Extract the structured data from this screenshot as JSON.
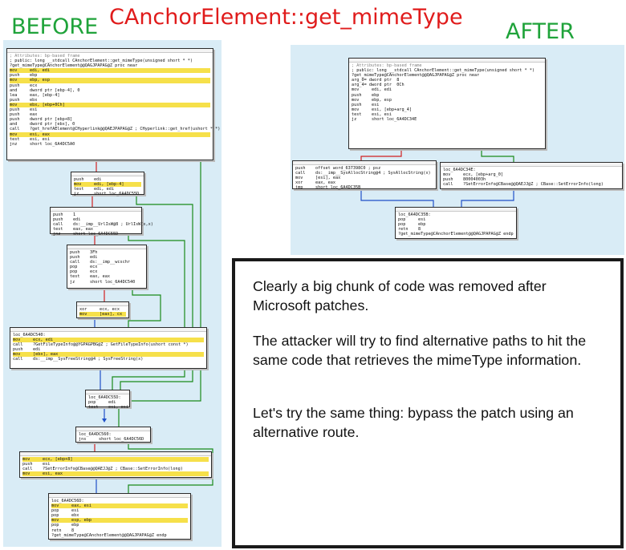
{
  "headers": {
    "before": "BEFORE",
    "title": "CAnchorElement::get_mimeType",
    "after": "AFTER"
  },
  "before_graph": {
    "blocks": [
      {
        "id": "b1",
        "lines": [
          {
            "t": "; Attributes: bp-based frame",
            "k": "cm"
          },
          {
            "t": "",
            "k": ""
          },
          {
            "t": "; public: long __stdcall CAnchorElement::get_mimeType(unsigned short * *)",
            "k": ""
          },
          {
            "t": "?get_mimeType@CAnchorElement@@QAGJPAPAG@Z proc near",
            "k": ""
          },
          {
            "t": "mov     edi, edi",
            "k": "hl"
          },
          {
            "t": "push    ebp",
            "k": ""
          },
          {
            "t": "mov     ebp, esp",
            "k": "hl"
          },
          {
            "t": "push    ecx",
            "k": ""
          },
          {
            "t": "and     dword ptr [ebp-4], 0",
            "k": ""
          },
          {
            "t": "lea     eax, [ebp-4]",
            "k": ""
          },
          {
            "t": "push    ebx",
            "k": ""
          },
          {
            "t": "mov     ebx, [ebp+0Ch]",
            "k": "hl"
          },
          {
            "t": "push    esi",
            "k": ""
          },
          {
            "t": "push    eax",
            "k": ""
          },
          {
            "t": "push    dword ptr [ebp+8]",
            "k": ""
          },
          {
            "t": "and     dword ptr [ebx], 0",
            "k": ""
          },
          {
            "t": "call    ?get_hrefAElement@CHyperlink@@QAEJPAPAG@Z ; CHyperlink::get_href(ushort * *)",
            "k": ""
          },
          {
            "t": "mov     esi, eax",
            "k": "hl"
          },
          {
            "t": "test    esi, esi",
            "k": ""
          },
          {
            "t": "jnz     short loc_6A4DC5A0",
            "k": ""
          }
        ]
      },
      {
        "id": "b2",
        "lines": [
          {
            "t": "push    edi",
            "k": ""
          },
          {
            "t": "mov     edi, [ebp-4]",
            "k": "hl"
          },
          {
            "t": "test    edi, edi",
            "k": ""
          },
          {
            "t": "jz      short loc_6A4DC55D",
            "k": ""
          }
        ]
      },
      {
        "id": "b3",
        "lines": [
          {
            "t": "push    1",
            "k": ""
          },
          {
            "t": "push    edi",
            "k": ""
          },
          {
            "t": "call    ds:__imp__UrlIsW@8 ; UrlIsW(x,x)",
            "k": ""
          },
          {
            "t": "test    eax, eax",
            "k": ""
          },
          {
            "t": "jnz     short loc_6A4DC55D",
            "k": ""
          }
        ]
      },
      {
        "id": "b4",
        "lines": [
          {
            "t": "push    3Fh",
            "k": ""
          },
          {
            "t": "push    edi",
            "k": ""
          },
          {
            "t": "call    ds:__imp__wcschr",
            "k": ""
          },
          {
            "t": "pop     ecx",
            "k": ""
          },
          {
            "t": "pop     ecx",
            "k": ""
          },
          {
            "t": "test    eax, eax",
            "k": ""
          },
          {
            "t": "jz      short loc_6A4DC540",
            "k": ""
          }
        ]
      },
      {
        "id": "b5",
        "lines": [
          {
            "t": "xor     ecx, ecx",
            "k": ""
          },
          {
            "t": "mov     [eax], cx",
            "k": "hl"
          }
        ]
      },
      {
        "id": "b6",
        "lines": [
          {
            "t": "loc_6A4DC540:",
            "k": ""
          },
          {
            "t": "mov     ecx, edi",
            "k": "hl"
          },
          {
            "t": "call    ?GetFileTypeInfo@@YGPAGPBG@Z ; GetFileTypeInfo(ushort const *)",
            "k": ""
          },
          {
            "t": "push    edi",
            "k": ""
          },
          {
            "t": "mov     [ebx], eax",
            "k": "hl"
          },
          {
            "t": "call    ds:__imp__SysFreeString@4 ; SysFreeString(x)",
            "k": ""
          }
        ]
      },
      {
        "id": "b7",
        "lines": [
          {
            "t": "loc_6A4DC55D:",
            "k": ""
          },
          {
            "t": "pop     edi",
            "k": ""
          },
          {
            "t": "test    esi, esi",
            "k": ""
          }
        ]
      },
      {
        "id": "b8",
        "lines": [
          {
            "t": "loc_6A4DC560:",
            "k": ""
          },
          {
            "t": "jns     short loc_6A4DC56D",
            "k": ""
          }
        ]
      },
      {
        "id": "b9",
        "lines": [
          {
            "t": "mov     ecx, [ebp+8]",
            "k": "hl"
          },
          {
            "t": "push    esi",
            "k": ""
          },
          {
            "t": "call    ?SetErrorInfo@CBase@@QAEJJ@Z ; CBase::SetErrorInfo(long)",
            "k": ""
          },
          {
            "t": "mov     esi, eax",
            "k": "hl"
          }
        ]
      },
      {
        "id": "b10",
        "lines": [
          {
            "t": "loc_6A4DC56D:",
            "k": ""
          },
          {
            "t": "mov     eax, esi",
            "k": "hl"
          },
          {
            "t": "pop     esi",
            "k": ""
          },
          {
            "t": "pop     ebx",
            "k": ""
          },
          {
            "t": "mov     esp, ebp",
            "k": "hl"
          },
          {
            "t": "pop     ebp",
            "k": ""
          },
          {
            "t": "retn    8",
            "k": ""
          },
          {
            "t": "?get_mimeType@CAnchorElement@@QAGJPAPAG@Z endp",
            "k": ""
          }
        ]
      }
    ]
  },
  "after_graph": {
    "blocks": [
      {
        "id": "a1",
        "lines": [
          {
            "t": "; Attributes: bp-based frame",
            "k": "cm"
          },
          {
            "t": "",
            "k": ""
          },
          {
            "t": "; public: long __stdcall CAnchorElement::get_mimeType(unsigned short * *)",
            "k": ""
          },
          {
            "t": "?get_mimeType@CAnchorElement@@QAGJPAPAG@Z proc near",
            "k": ""
          },
          {
            "t": "",
            "k": ""
          },
          {
            "t": "arg_0= dword ptr  8",
            "k": ""
          },
          {
            "t": "arg_4= dword ptr  0Ch",
            "k": ""
          },
          {
            "t": "",
            "k": ""
          },
          {
            "t": "mov     edi, edi",
            "k": ""
          },
          {
            "t": "push    ebp",
            "k": ""
          },
          {
            "t": "mov     ebp, esp",
            "k": ""
          },
          {
            "t": "push    esi",
            "k": ""
          },
          {
            "t": "mov     esi, [ebp+arg_4]",
            "k": ""
          },
          {
            "t": "test    esi, esi",
            "k": ""
          },
          {
            "t": "jz      short loc_6A4DC34E",
            "k": ""
          }
        ]
      },
      {
        "id": "a2",
        "lines": [
          {
            "t": "push    offset word_637398C0 ; psz",
            "k": ""
          },
          {
            "t": "call    ds:__imp__SysAllocString@4 ; SysAllocString(x)",
            "k": ""
          },
          {
            "t": "mov     [esi], eax",
            "k": ""
          },
          {
            "t": "xor     eax, eax",
            "k": ""
          },
          {
            "t": "jmp     short loc_6A4DC35B",
            "k": ""
          }
        ]
      },
      {
        "id": "a3",
        "lines": [
          {
            "t": "loc_6A4DC34E:",
            "k": ""
          },
          {
            "t": "mov     ecx, [ebp+arg_0]",
            "k": ""
          },
          {
            "t": "push    80004003h",
            "k": ""
          },
          {
            "t": "call    ?SetErrorInfo@CBase@@QAEJJ@Z ; CBase::SetErrorInfo(long)",
            "k": ""
          }
        ]
      },
      {
        "id": "a4",
        "lines": [
          {
            "t": "loc_6A4DC35B:",
            "k": ""
          },
          {
            "t": "pop     esi",
            "k": ""
          },
          {
            "t": "pop     ebp",
            "k": ""
          },
          {
            "t": "retn    8",
            "k": ""
          },
          {
            "t": "?get_mimeType@CAnchorElement@@QAGJPAPAG@Z endp",
            "k": ""
          }
        ]
      }
    ]
  },
  "note": {
    "paragraphs": [
      "Clearly a big chunk of code was removed after Microsoft patches.",
      "The attacker will try to find alternative   paths to hit the same code that retrieves the mimeType information.",
      "Let's try the same thing: bypass the patch using an alternative route."
    ]
  }
}
